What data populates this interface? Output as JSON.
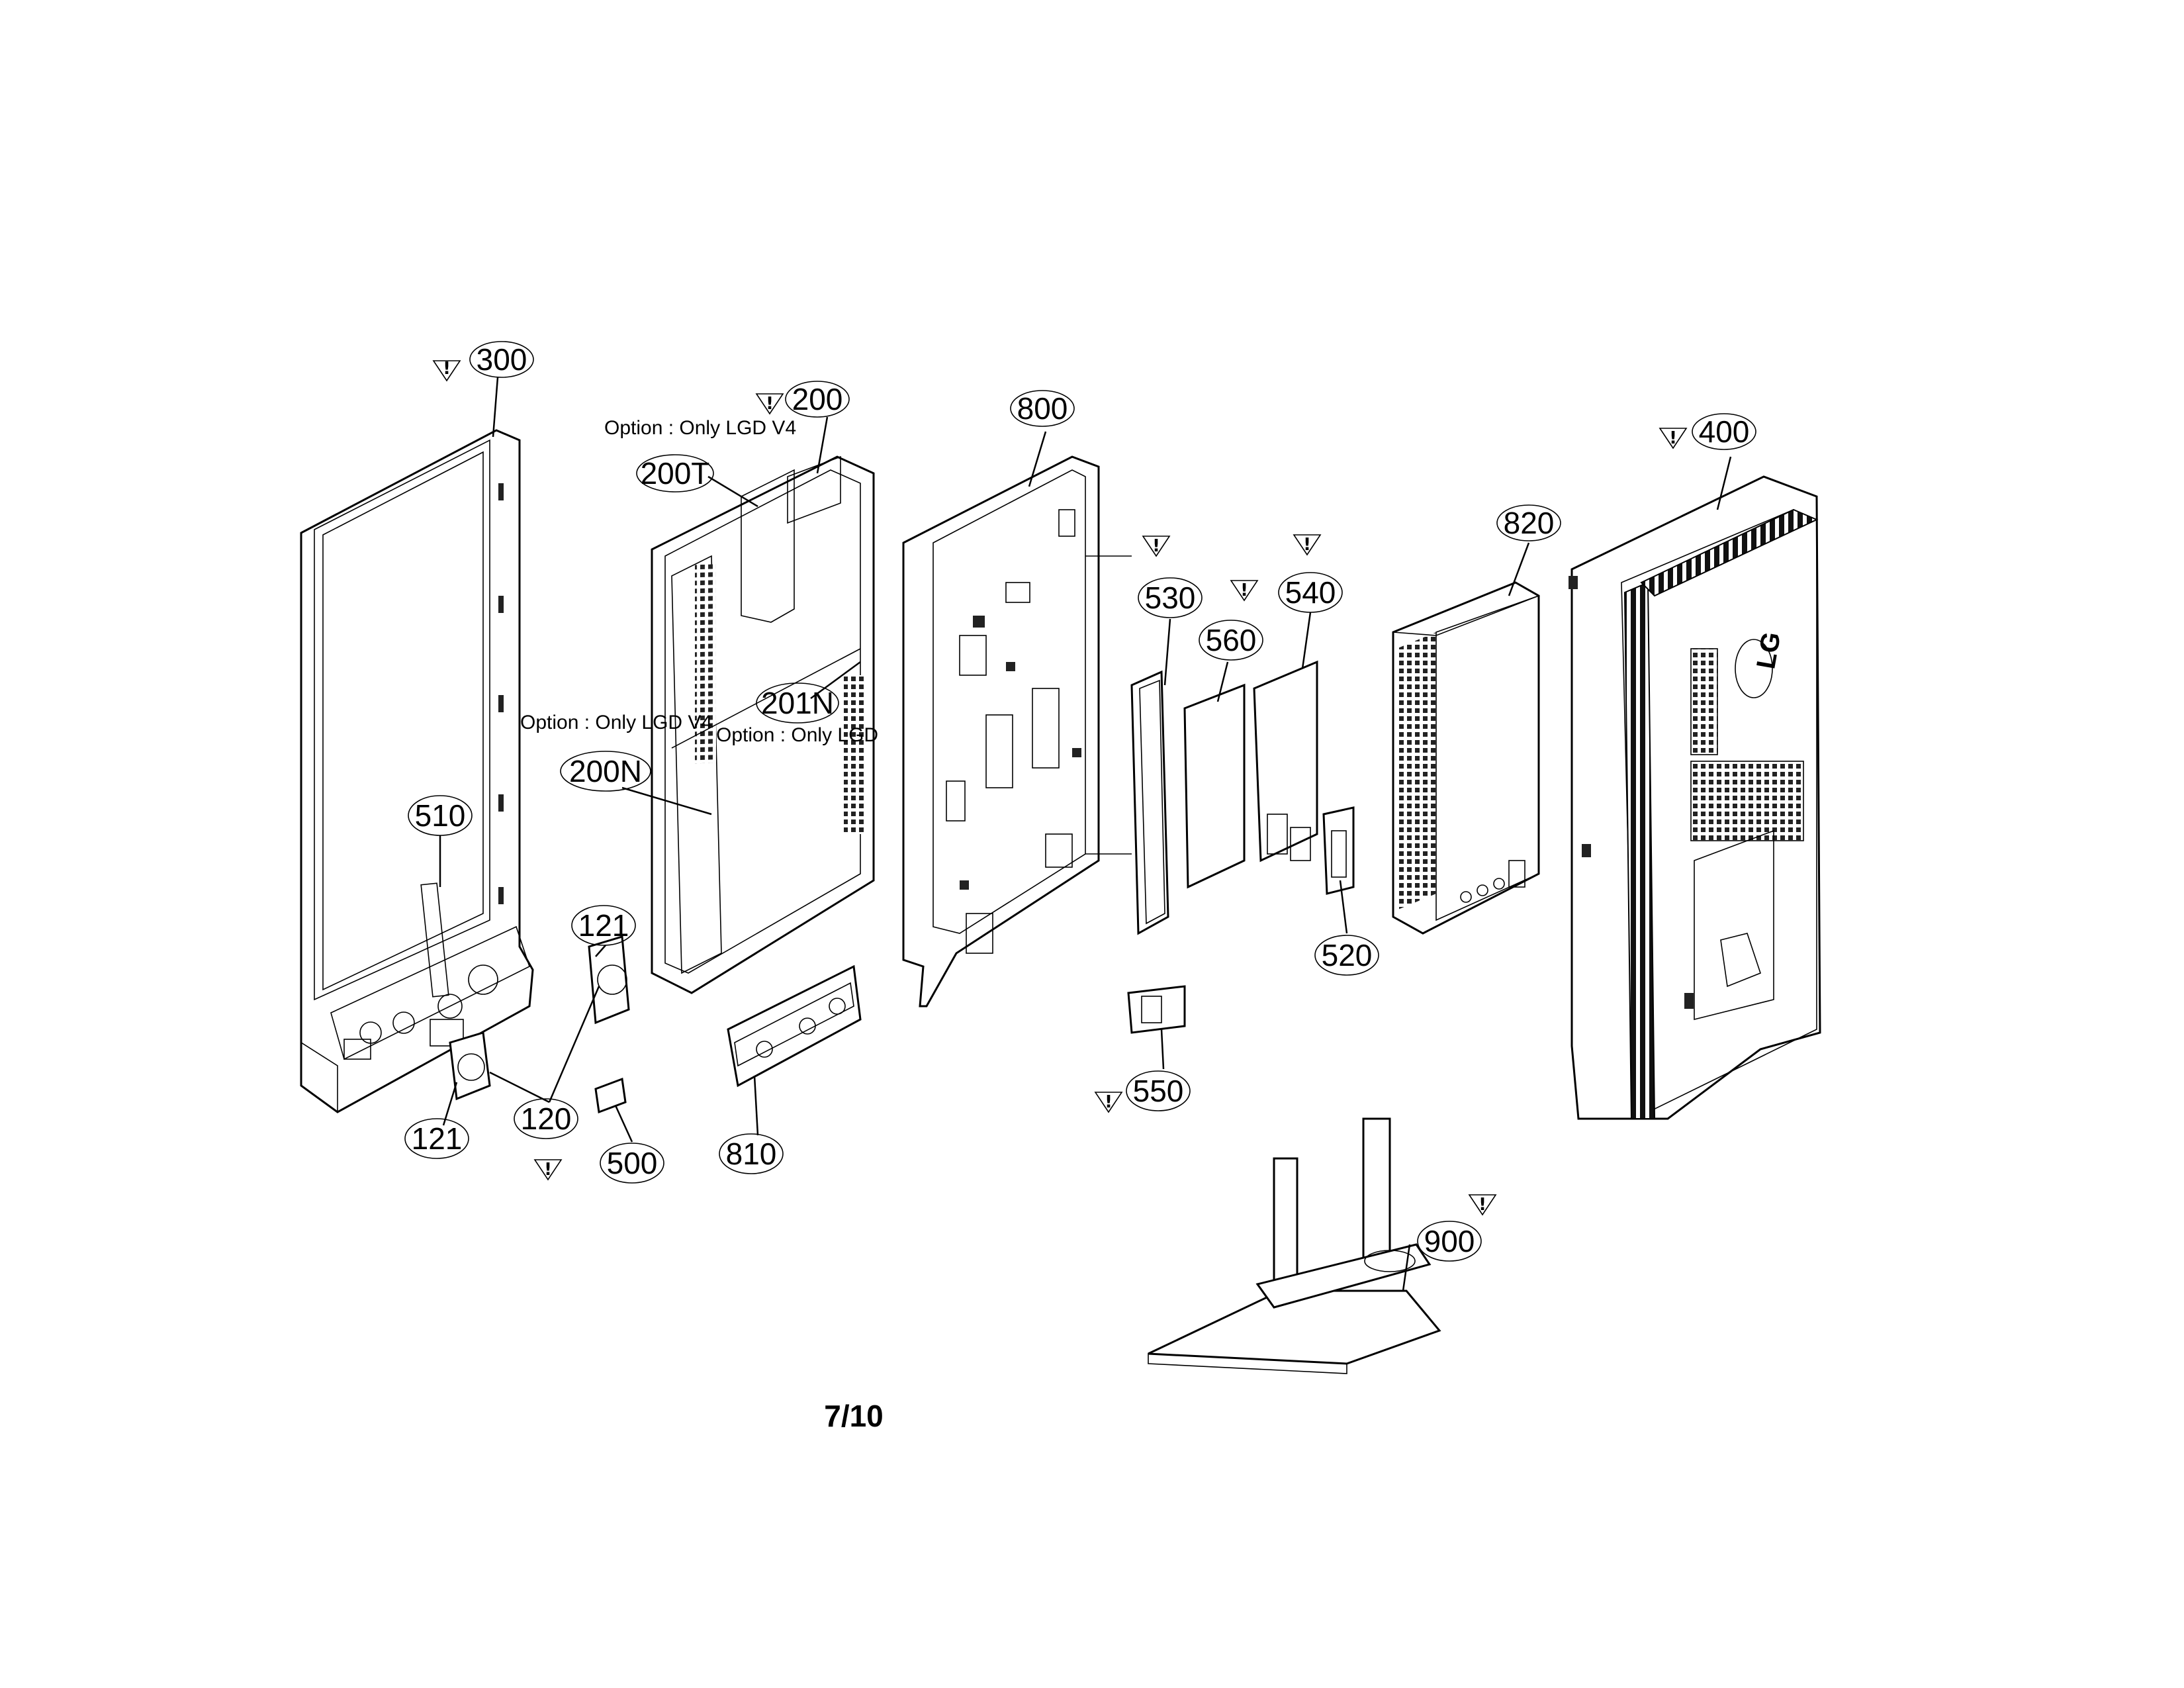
{
  "callouts": [
    {
      "id": "c300",
      "text": "300",
      "warning": true
    },
    {
      "id": "c200",
      "text": "200",
      "warning": true
    },
    {
      "id": "c200T",
      "text": "200T",
      "warning": false
    },
    {
      "id": "c800",
      "text": "800",
      "warning": false
    },
    {
      "id": "c400",
      "text": "400",
      "warning": true
    },
    {
      "id": "c820",
      "text": "820",
      "warning": false
    },
    {
      "id": "c530",
      "text": "530",
      "warning": true
    },
    {
      "id": "c560",
      "text": "560",
      "warning": true
    },
    {
      "id": "c540",
      "text": "540",
      "warning": true
    },
    {
      "id": "c201N",
      "text": "201N",
      "warning": false
    },
    {
      "id": "c200N",
      "text": "200N",
      "warning": false
    },
    {
      "id": "c510",
      "text": "510",
      "warning": false
    },
    {
      "id": "c121a",
      "text": "121",
      "warning": false
    },
    {
      "id": "c121b",
      "text": "121",
      "warning": false
    },
    {
      "id": "c120",
      "text": "120",
      "warning": true
    },
    {
      "id": "c500",
      "text": "500",
      "warning": false
    },
    {
      "id": "c810",
      "text": "810",
      "warning": false
    },
    {
      "id": "c520",
      "text": "520",
      "warning": false
    },
    {
      "id": "c550",
      "text": "550",
      "warning": true
    },
    {
      "id": "c900",
      "text": "900",
      "warning": true
    }
  ],
  "notes": {
    "option_lgd_v4_top": "Option : Only LGD V4",
    "option_lgd_v4_mid": "Option : Only LGD V4",
    "option_lgd_right": "Option : Only LGD"
  },
  "warning_symbol": "!",
  "brand_logo": "LG",
  "page_number": "7/10"
}
